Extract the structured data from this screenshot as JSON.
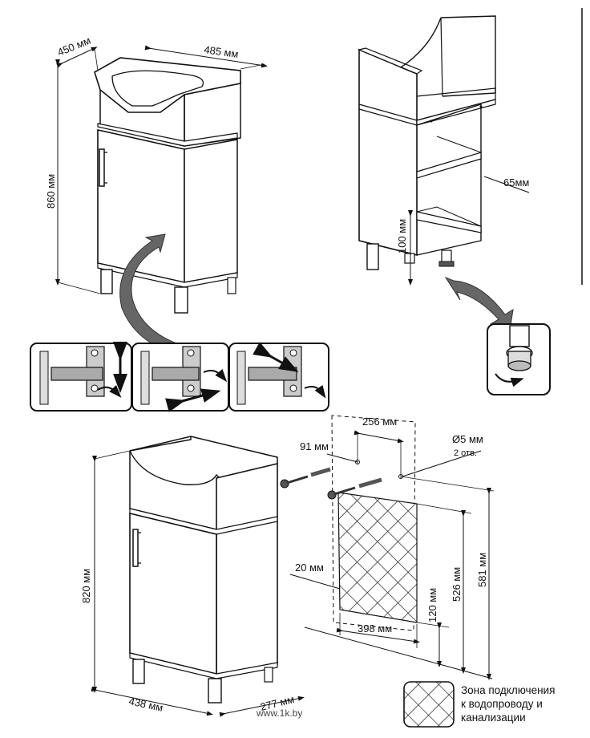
{
  "top_cabinet": {
    "depth_label": "450 мм",
    "width_label": "485 мм",
    "height_label": "860 мм"
  },
  "frame_view": {
    "leg_height_label": "100 мм",
    "ledge_label": "65мм"
  },
  "mount_plan": {
    "offset_label": "91 мм",
    "spacing_label": "256 мм",
    "hole_label": "Ø5 мм",
    "hole_count_label": "2 отв.",
    "side_offset_label": "20 мм",
    "zone_width_label": "398 мм",
    "zone_bottom_label": "120 мм",
    "zone_top_label": "526 мм",
    "hole_height_label": "581 мм"
  },
  "bottom_cabinet": {
    "height_label": "820 мм",
    "width_label": "438 мм",
    "depth_label": "277 мм"
  },
  "legend": {
    "lines": [
      "Зона подключения",
      "к водопроводу и",
      "канализации"
    ]
  },
  "watermark": "www.1k.by"
}
